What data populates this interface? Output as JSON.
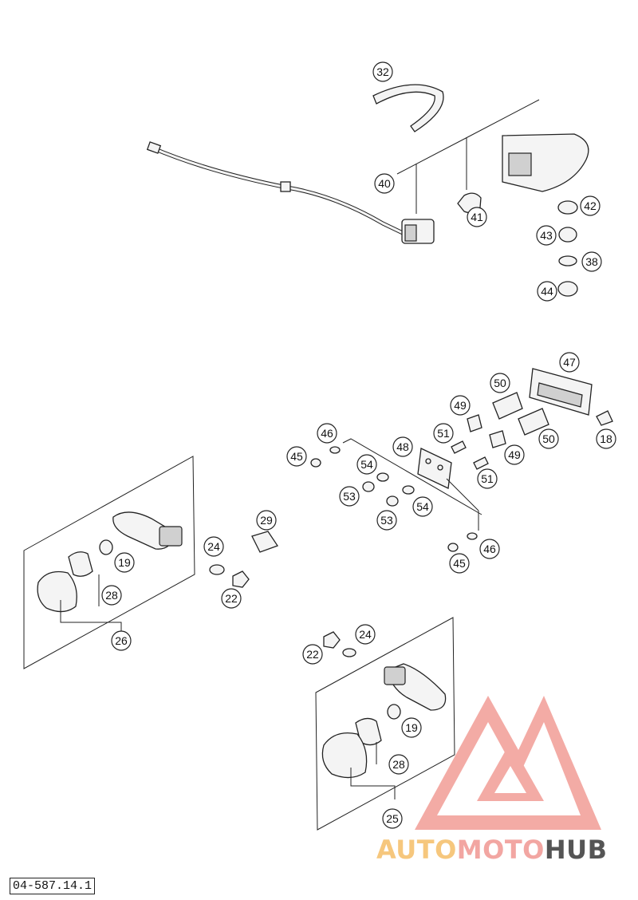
{
  "document_number": "04-587.14.1",
  "watermark": {
    "part1": "AUTO",
    "part2": "MOTO",
    "part3": "HUB",
    "color_part1": "#f6c77d",
    "color_part2": "#f2a6a2",
    "color_part3": "#555555",
    "logo_color": "#ef8f88"
  },
  "callouts": {
    "c32": "32",
    "c40": "40",
    "c41": "41",
    "c42": "42",
    "c43": "43",
    "c38": "38",
    "c44": "44",
    "c47": "47",
    "c50a": "50",
    "c50b": "50",
    "c18": "18",
    "c49a": "49",
    "c49b": "49",
    "c51a": "51",
    "c51b": "51",
    "c48": "48",
    "c46a": "46",
    "c46b": "46",
    "c45a": "45",
    "c45b": "45",
    "c54a": "54",
    "c54b": "54",
    "c53a": "53",
    "c53b": "53",
    "c29": "29",
    "c24a": "24",
    "c22a": "22",
    "c19a": "19",
    "c28a": "28",
    "c26": "26",
    "c22b": "22",
    "c24b": "24",
    "c19b": "19",
    "c28b": "28",
    "c25": "25"
  }
}
